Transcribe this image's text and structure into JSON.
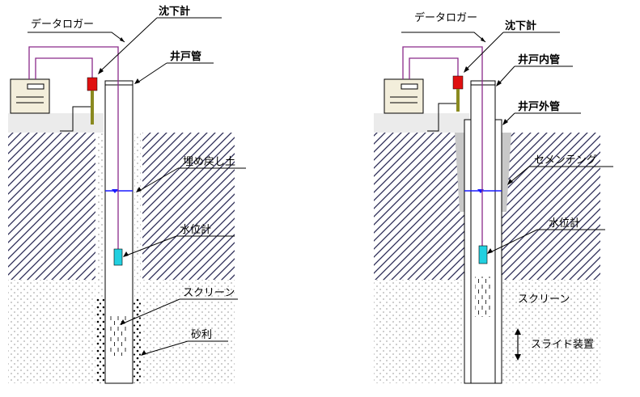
{
  "left": {
    "data_logger": "データロガー",
    "settlement_gauge": "沈下計",
    "well_pipe": "井戸管",
    "backfill_soil": "埋め戻し土",
    "water_level_gauge": "水位計",
    "screen": "スクリーン",
    "gravel": "砂利"
  },
  "right": {
    "data_logger": "データロガー",
    "settlement_gauge": "沈下計",
    "inner_pipe": "井戸内管",
    "outer_pipe": "井戸外管",
    "cementing": "セメンテング",
    "water_level_gauge": "水位計",
    "screen": "スクリーン",
    "slide_device": "スライド装置"
  },
  "colors": {
    "cable": "#8a2a8a",
    "gauge_red": "#e01010",
    "gauge_rod": "#8a8a20",
    "water_line": "#1a1aff",
    "water_sensor": "#22d0e0",
    "logger_fill": "#f3eedb",
    "cement": "#c8c8c8"
  }
}
